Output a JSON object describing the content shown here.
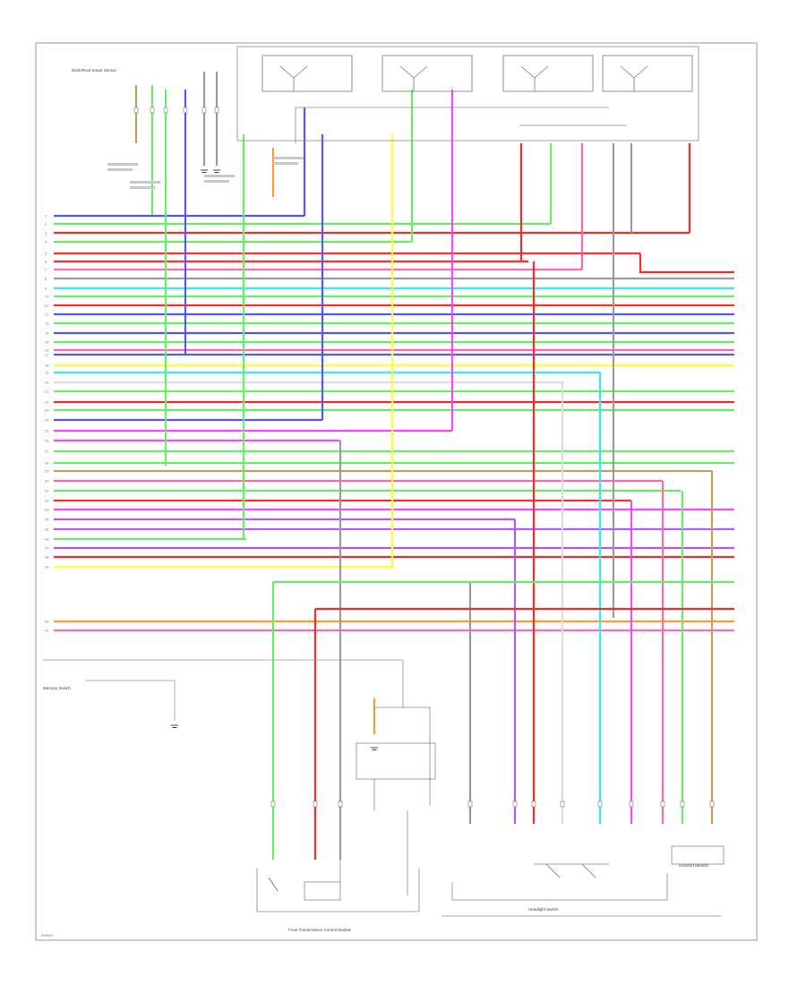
{
  "figure_ref": "W9999",
  "module_captions": {
    "top_left": "Dash/Roof Smart Sensor",
    "bottom_left": "Memory Switch",
    "trans_module": "Front Transmission Control Module",
    "ground_right": "Ground Harness",
    "switch_bottom": "Headlight Switch"
  },
  "palette": {
    "red": "#ff2a2a",
    "pink": "#ff6aa8",
    "green": "#66ee66",
    "ltgreen": "#99ff99",
    "blue": "#5555ff",
    "violet": "#b15cff",
    "magenta": "#ff44ff",
    "yellow": "#ffff33",
    "orange": "#ff9933",
    "cyan": "#33eeee",
    "gray": "#9a9a9a",
    "tan": "#c8a060",
    "white": "#dddddd",
    "dkgreen": "#33aa33"
  }
}
